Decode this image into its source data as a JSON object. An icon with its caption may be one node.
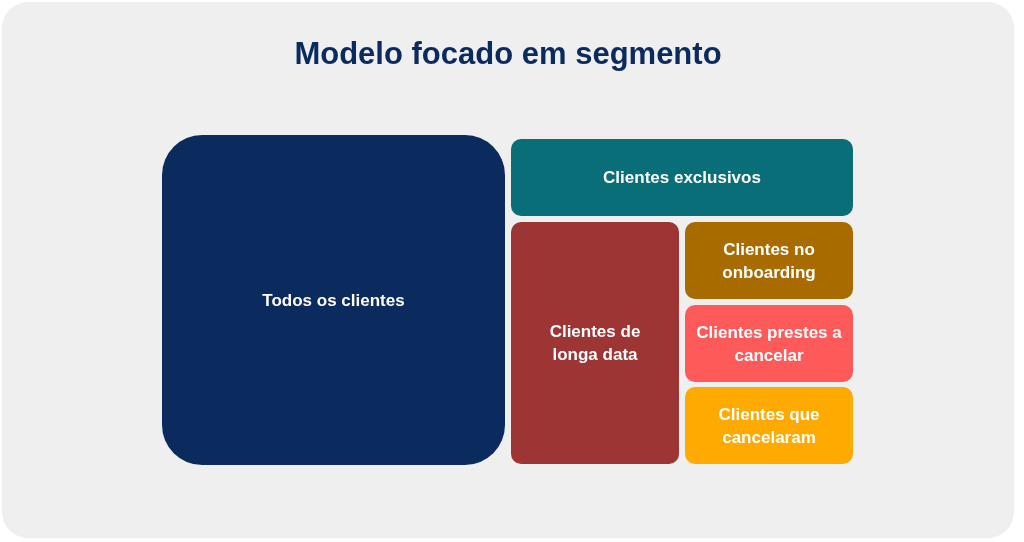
{
  "diagram": {
    "title": "Modelo focado em segmento",
    "nodes": [
      {
        "text": [
          "Todos os clientes"
        ]
      },
      {
        "text": [
          "Clientes exclusivos"
        ]
      },
      {
        "text": [
          "Clientes de longa data"
        ]
      },
      {
        "text": [
          "Clientes no onboarding"
        ]
      },
      {
        "text": [
          "Clientes prestes a cancelar"
        ]
      },
      {
        "text": [
          "Clientes que cancelaram"
        ]
      }
    ]
  }
}
